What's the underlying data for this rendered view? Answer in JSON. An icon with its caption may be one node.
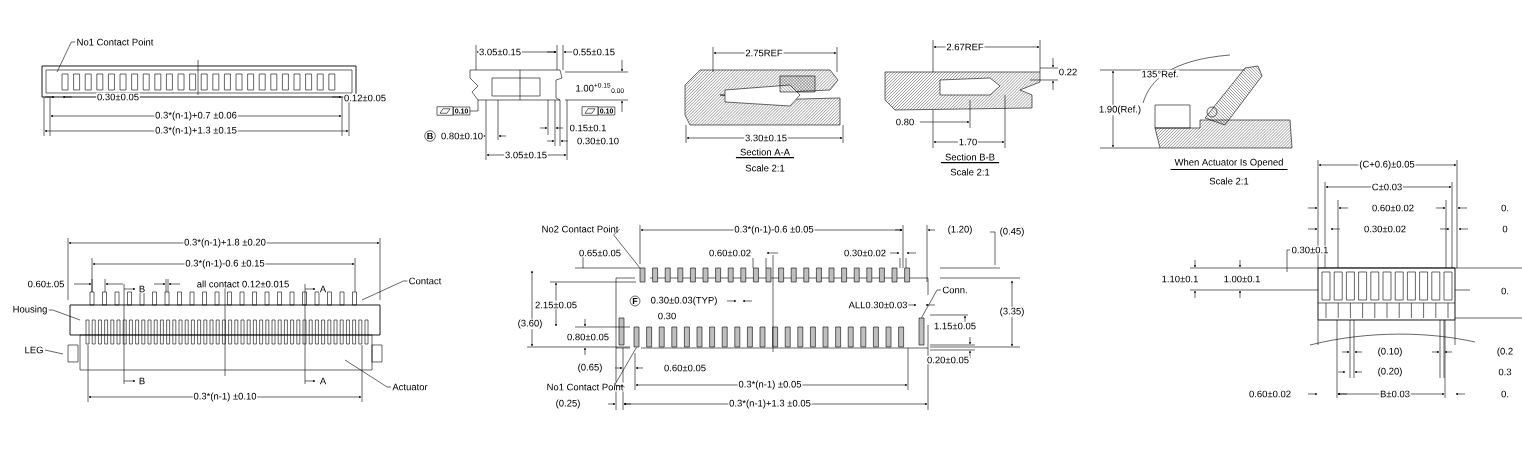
{
  "diagram": {
    "nodes": [
      {
        "text": [
          "No1 Contact Point"
        ]
      },
      {
        "text": [
          "Contact"
        ]
      },
      {
        "text": [
          "Housing"
        ]
      },
      {
        "text": [
          "LEG"
        ]
      },
      {
        "text": [
          "Actuator"
        ]
      },
      {
        "text": [
          "No2 Contact Point"
        ]
      },
      {
        "text": [
          "Conn."
        ]
      },
      {
        "text": [
          "No1 Contact Point"
        ]
      },
      {
        "text": [],
        "shape": "box"
      },
      {
        "text": [],
        "shape": "box"
      },
      {
        "text": [],
        "shape": "box"
      }
    ],
    "edges": [
      {
        "from": 0,
        "to": null,
        "arrow": "none"
      },
      {
        "from": 1,
        "to": null,
        "arrow": "none"
      },
      {
        "from": 2,
        "to": null,
        "arrow": "none"
      },
      {
        "from": 3,
        "to": null,
        "arrow": "none"
      },
      {
        "from": 4,
        "to": null,
        "arrow": "none"
      },
      {
        "from": 5,
        "to": 8,
        "arrow": "none"
      },
      {
        "from": 6,
        "to": 10,
        "arrow": "none"
      },
      {
        "from": 7,
        "to": 9,
        "arrow": "none"
      }
    ],
    "labels": [
      "0.30±0.05",
      "0.12±0.05",
      "0.3*(n-1)+0.7 ±0.06",
      "0.3*(n-1)+1.3 ±0.15",
      "3.05±0.15",
      "0.55±0.15",
      "1.00$^{+0.15}$$_{0.00}$",
      "0.10",
      "0.10",
      "B",
      "0.80±0.10",
      "0.15±0.1",
      "0.30±0.10",
      "3.05±0.15",
      "2.75REF",
      "3.30±0.15",
      "Section A-A",
      "Scale 2:1",
      "2.67REF",
      "0.22",
      "0.80",
      "1.70",
      "Section B-B",
      "Scale 2:1",
      "135°Ref.",
      "1.90(Ref.)",
      "When Actuator Is Opened",
      "Scale 2:1",
      "0.3*(n-1)+1.8 ±0.20",
      "0.3*(n-1)-0.6 ±0.15",
      "0.60±.05",
      "all contact 0.12±0.015",
      "B",
      "A",
      "B",
      "A",
      "0.3*(n-1) ±0.10",
      "0.3*(n-1)-0.6 ±0.05",
      "(1.20)",
      "(0.45)",
      "0.65±0.05",
      "0.60±0.02",
      "0.30±0.02",
      "2.15±0.05",
      "F",
      "0.30±0.03(TYP)",
      "ALL0.30±0.03",
      "0.30",
      "(3.60)",
      "(3.35)",
      "1.15±0.05",
      "0.80±0.05",
      "(0.65)",
      "0.60±0.05",
      "0.20±0.05",
      "0.3*(n-1) ±0.05",
      "(0.25)",
      "0.3*(n-1)+1.3 ±0.05",
      "(C+0.6)±0.05",
      "C±0.03",
      "0.60±0.02",
      "0.",
      "0.30±0.02",
      "0",
      "0.30±0.1",
      "1.10±0.1",
      "1.00±0.1",
      "0.",
      "(0.10)",
      "(0.2",
      "(0.20)",
      "0.3",
      "0.60±0.02",
      "B±0.03",
      "0."
    ]
  }
}
